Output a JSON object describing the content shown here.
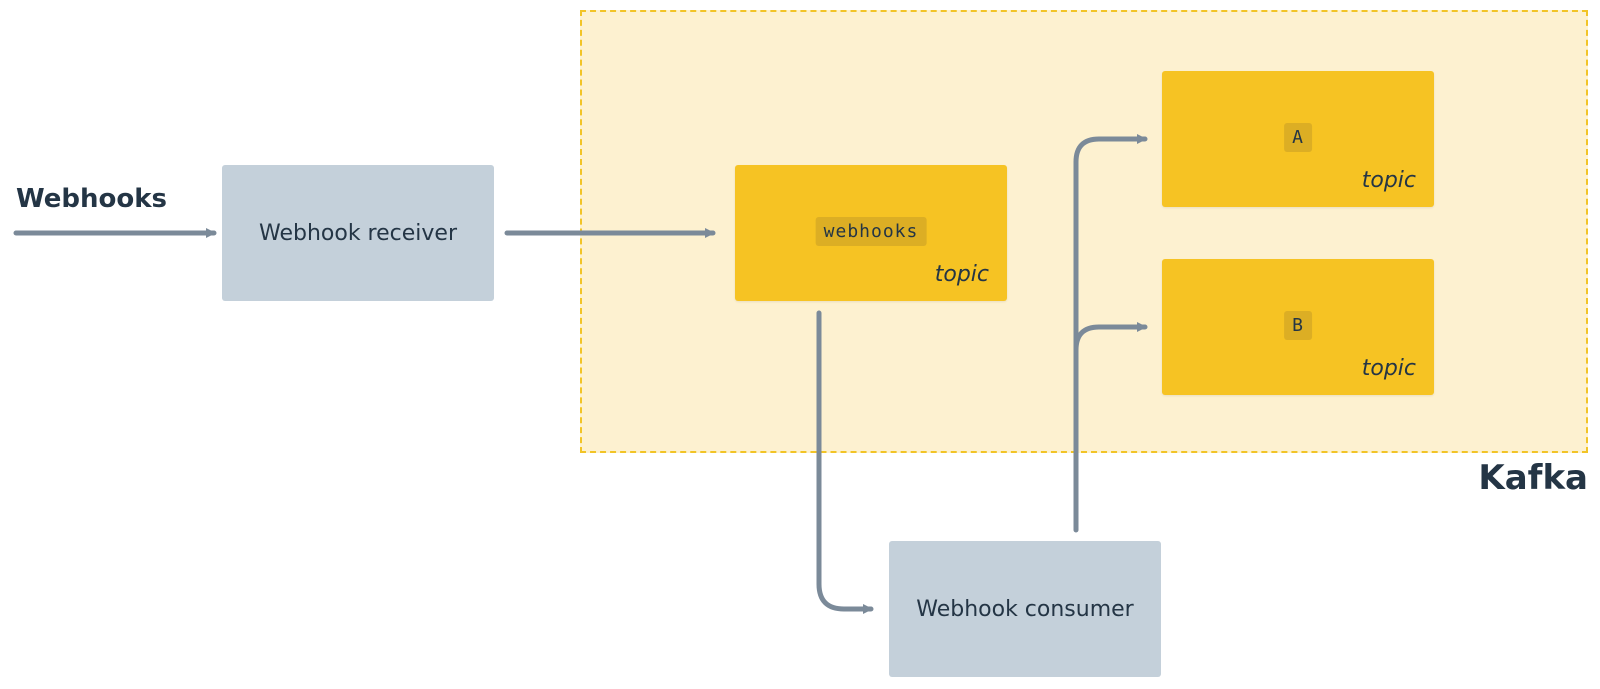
{
  "input": {
    "label": "Webhooks"
  },
  "cluster": {
    "label": "Kafka"
  },
  "services": {
    "receiver": "Webhook receiver",
    "consumer": "Webhook consumer"
  },
  "topics": {
    "webhooks": {
      "name": "webhooks",
      "kind": "topic"
    },
    "a": {
      "name": "A",
      "kind": "topic"
    },
    "b": {
      "name": "B",
      "kind": "topic"
    }
  },
  "colors": {
    "service": "#c4d0da",
    "topic": "#f6c323",
    "topic_name_bg": "#dcae24",
    "cluster_bg": "#fdf1d0",
    "cluster_border": "#f2c427",
    "edge": "#7b8a99",
    "text": "#243545"
  }
}
